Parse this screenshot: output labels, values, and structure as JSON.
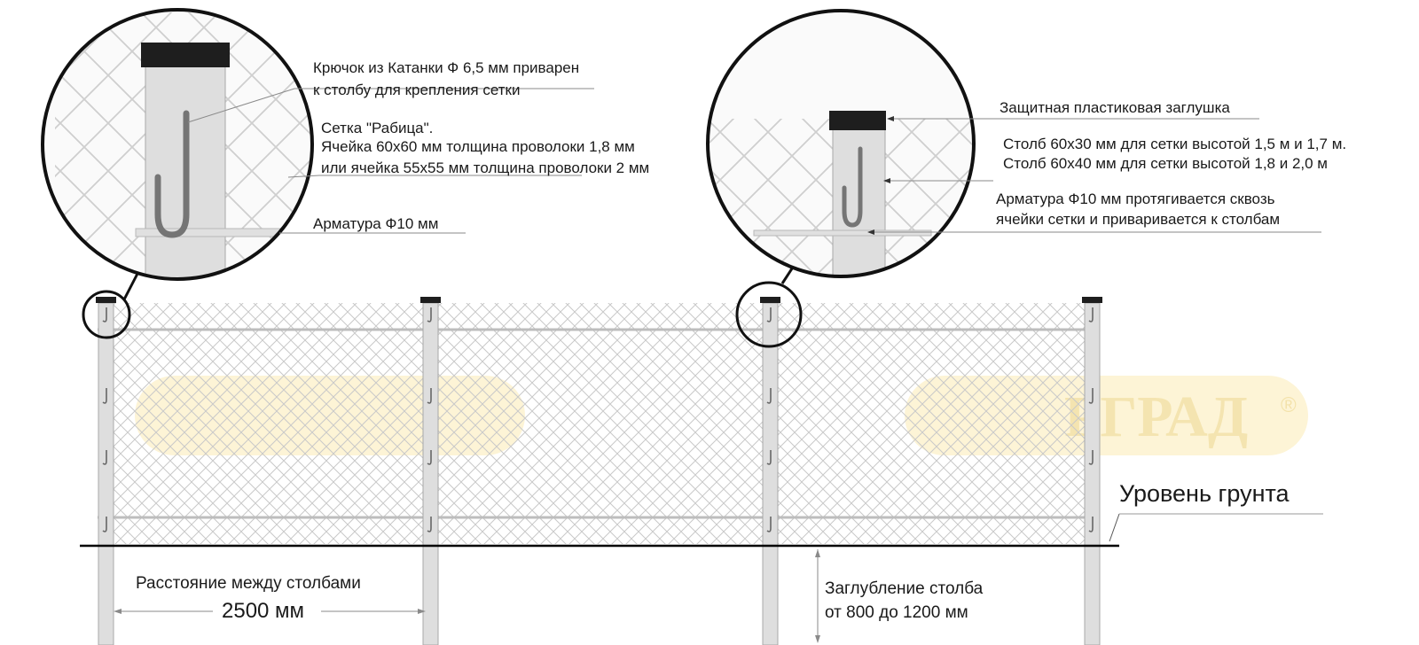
{
  "callouts": {
    "hook_line1": "Крючок из Катанки Ф 6,5 мм приварен",
    "hook_line2": "к столбу для крепления сетки",
    "mesh_line1": "Сетка \"Рабица\".",
    "mesh_line2": "Ячейка 60x60 мм толщина проволоки 1,8 мм",
    "mesh_line3": "или ячейка 55x55 мм толщина проволоки 2 мм",
    "rebar_left": "Арматура Ф10 мм",
    "cap": "Защитная пластиковая заглушка",
    "post_line1": "Столб 60x30 мм для сетки высотой 1,5 м и 1,7 м.",
    "post_line2": "Столб 60x40 мм для сетки высотой 1,8 и 2,0 м",
    "rebar_right1": "Арматура Ф10 мм  протягивается сквозь",
    "rebar_right2": "ячейки сетки и приваривается к столбам"
  },
  "ground_label": "Уровень грунта",
  "spacing": {
    "label": "Расстояние между столбами",
    "value": "2500 мм"
  },
  "depth": {
    "line1": "Заглубление столба",
    "line2": "от 800 до 1200 мм"
  },
  "watermark": {
    "right_text": "РГРАД",
    "registered": "®"
  },
  "colors": {
    "post_fill": "#dedede",
    "post_stroke": "#a8a8a8",
    "cap": "#1e1e1e",
    "mesh": "#c4c4c4",
    "hook": "#666666",
    "ground": "#000000",
    "watermark": "#fbefc4"
  }
}
